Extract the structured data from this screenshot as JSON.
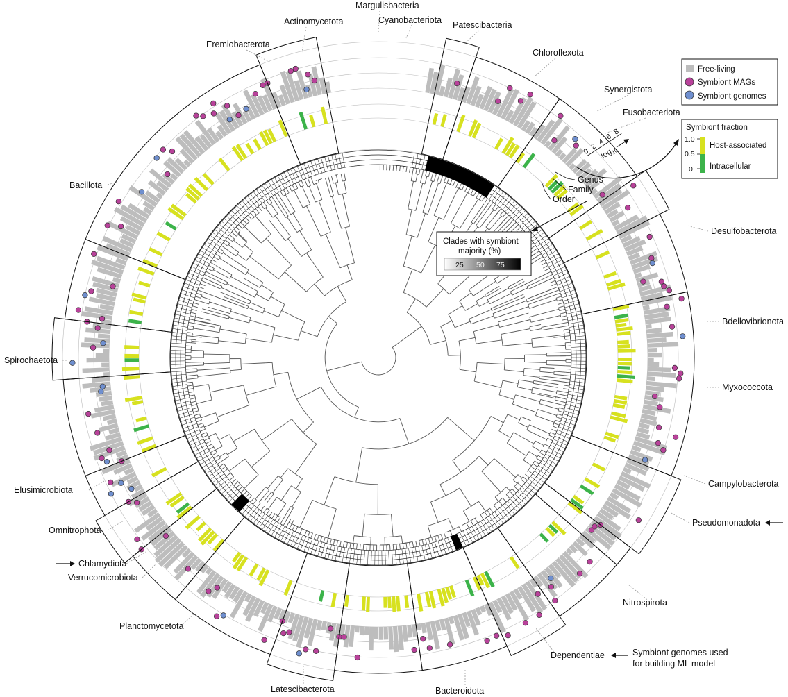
{
  "phyla": [
    {
      "name": "Margulisbacteria"
    },
    {
      "name": "Cyanobacteriota"
    },
    {
      "name": "Patescibacteria"
    },
    {
      "name": "Actinomycetota"
    },
    {
      "name": "Eremiobacterota"
    },
    {
      "name": "Chloroflexota"
    },
    {
      "name": "Synergistota"
    },
    {
      "name": "Fusobacteriota"
    },
    {
      "name": "Bacillota"
    },
    {
      "name": "Desulfobacterota"
    },
    {
      "name": "Bdellovibrionota"
    },
    {
      "name": "Spirochaetota"
    },
    {
      "name": "Myxococcota"
    },
    {
      "name": "Elusimicrobiota"
    },
    {
      "name": "Campylobacterota"
    },
    {
      "name": "Omnitrophota"
    },
    {
      "name": "Pseudomonadota"
    },
    {
      "name": "Chlamydiota"
    },
    {
      "name": "Verrucomicrobiota"
    },
    {
      "name": "Nitrospirota"
    },
    {
      "name": "Planctomycetota"
    },
    {
      "name": "Dependentiae"
    },
    {
      "name": "Latescibacterota"
    },
    {
      "name": "Bacteroidota"
    }
  ],
  "legend_points": {
    "free_living": "Free-living",
    "symbiont_mags": "Symbiont MAGs",
    "symbiont_genomes": "Symbiont genomes"
  },
  "legend_fraction": {
    "title": "Symbiont fraction",
    "ticks": [
      "1.0",
      "0.5",
      "0"
    ],
    "host": "Host-associated",
    "intracellular": "Intracellular"
  },
  "legend_majority": {
    "title_line1": "Clades with symbiont",
    "title_line2": "majority (%)",
    "ticks": [
      "25",
      "50",
      "75"
    ]
  },
  "axis": {
    "ticks": [
      "0",
      "2",
      "4",
      "6",
      "8"
    ],
    "label": "log",
    "sub": "10"
  },
  "ring_labels": {
    "genus": "Genus",
    "family": "Family",
    "order": "Order"
  },
  "notes": {
    "ml_line1": "Symbiont genomes used",
    "ml_line2": "for building ML model"
  },
  "colors": {
    "free_living": "#bdbdbd",
    "symbiont_mags": "#b8429a",
    "symbiont_genomes": "#6f8fcf",
    "host_associated": "#d7e11f",
    "intracellular": "#3cb34a"
  }
}
